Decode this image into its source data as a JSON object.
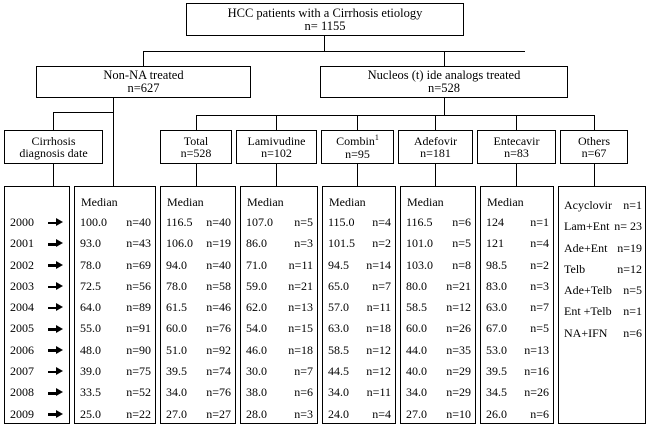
{
  "title_box": {
    "line1": "HCC patients with a Cirrhosis etiology",
    "line2": "n= 1155"
  },
  "level2": {
    "non_na": {
      "line1": "Non-NA treated",
      "line2": "n=627"
    },
    "na": {
      "line1": "Nucleos (t) ide analogs treated",
      "line2": "n=528"
    }
  },
  "headers": {
    "cirrhosis": {
      "line1": "Cirrhosis",
      "line2": "diagnosis date"
    },
    "total": {
      "line1": "Total",
      "line2": "n=528"
    },
    "lamivudine": {
      "line1": "Lamivudine",
      "line2": "n=102"
    },
    "combin": {
      "line1": "Combin",
      "sup": "1",
      "line2": "n=95"
    },
    "adefovir": {
      "line1": "Adefovir",
      "line2": "n=181"
    },
    "entecavir": {
      "line1": "Entecavir",
      "line2": "n=83"
    },
    "others": {
      "line1": "Others",
      "line2": "n=67"
    }
  },
  "median_label": "Median",
  "years": [
    "2000",
    "2001",
    "2002",
    "2003",
    "2004",
    "2005",
    "2006",
    "2007",
    "2008",
    "2009"
  ],
  "chart_data": {
    "type": "table",
    "title": "HCC patients with a Cirrhosis etiology flow chart",
    "row_key": "Cirrhosis diagnosis date (year)",
    "categories": [
      "2000",
      "2001",
      "2002",
      "2003",
      "2004",
      "2005",
      "2006",
      "2007",
      "2008",
      "2009"
    ],
    "columns": [
      "Non-NA treated",
      "Total",
      "Lamivudine",
      "Combin",
      "Adefovir",
      "Entecavir"
    ],
    "series": [
      {
        "name": "Non-NA treated",
        "median": [
          100.0,
          93.0,
          78.0,
          72.5,
          64.0,
          55.0,
          48.0,
          39.0,
          33.5,
          25.0
        ],
        "n": [
          40,
          43,
          69,
          56,
          89,
          91,
          90,
          75,
          52,
          22
        ]
      },
      {
        "name": "Total",
        "median": [
          116.5,
          106.0,
          94.0,
          78.0,
          61.5,
          60.0,
          51.0,
          39.5,
          34.0,
          27.0
        ],
        "n": [
          40,
          19,
          40,
          58,
          46,
          76,
          92,
          74,
          76,
          27
        ]
      },
      {
        "name": "Lamivudine",
        "median": [
          107.0,
          86.0,
          71.0,
          59.0,
          62.0,
          54.0,
          46.0,
          30.0,
          38.0,
          28.0
        ],
        "n": [
          5,
          3,
          11,
          21,
          13,
          15,
          18,
          7,
          6,
          3
        ]
      },
      {
        "name": "Combin",
        "median": [
          115.0,
          101.5,
          94.5,
          65.0,
          57.0,
          63.0,
          58.5,
          44.5,
          34.0,
          24.0
        ],
        "n": [
          4,
          2,
          14,
          7,
          11,
          18,
          12,
          12,
          11,
          4
        ]
      },
      {
        "name": "Adefovir",
        "median": [
          116.5,
          101.0,
          103.0,
          80.0,
          58.5,
          60.0,
          44.0,
          40.0,
          34.0,
          27.0
        ],
        "n": [
          6,
          5,
          8,
          21,
          12,
          26,
          35,
          29,
          29,
          10
        ]
      },
      {
        "name": "Entecavir",
        "median": [
          124,
          121,
          98.5,
          83.0,
          63.0,
          67.0,
          53.0,
          39.5,
          34.5,
          26.0
        ],
        "n": [
          1,
          4,
          2,
          3,
          7,
          5,
          13,
          16,
          26,
          6
        ]
      }
    ],
    "others_breakdown": [
      {
        "name": "Acyclovir",
        "n": "n=1"
      },
      {
        "name": "Lam+Ent",
        "n": "n= 23"
      },
      {
        "name": "Ade+Ent",
        "n": "n=19"
      },
      {
        "name": "Telb",
        "n": "n=12"
      },
      {
        "name": "Ade+Telb",
        "n": "n=5"
      },
      {
        "name": "Ent +Telb",
        "n": "n=1"
      },
      {
        "name": "NA+IFN",
        "n": "n=6"
      }
    ]
  },
  "columns": {
    "non_na": {
      "median": [
        "100.0",
        "93.0",
        "78.0",
        "72.5",
        "64.0",
        "55.0",
        "48.0",
        "39.0",
        "33.5",
        "25.0"
      ],
      "n": [
        "n=40",
        "n=43",
        "n=69",
        "n=56",
        "n=89",
        "n=91",
        "n=90",
        "n=75",
        "n=52",
        "n=22"
      ]
    },
    "total": {
      "median": [
        "116.5",
        "106.0",
        "94.0",
        "78.0",
        "61.5",
        "60.0",
        "51.0",
        "39.5",
        "34.0",
        "27.0"
      ],
      "n": [
        "n=40",
        "n=19",
        "n=40",
        "n=58",
        "n=46",
        "n=76",
        "n=92",
        "n=74",
        "n=76",
        "n=27"
      ]
    },
    "lamivudine": {
      "median": [
        "107.0",
        "86.0",
        "71.0",
        "59.0",
        "62.0",
        "54.0",
        "46.0",
        "30.0",
        "38.0",
        "28.0"
      ],
      "n": [
        "n=5",
        "n=3",
        "n=11",
        "n=21",
        "n=13",
        "n=15",
        "n=18",
        "n=7",
        "n=6",
        "n=3"
      ]
    },
    "combin": {
      "median": [
        "115.0",
        "101.5",
        "94.5",
        "65.0",
        "57.0",
        "63.0",
        "58.5",
        "44.5",
        "34.0",
        "24.0"
      ],
      "n": [
        "n=4",
        "n=2",
        "n=14",
        "n=7",
        "n=11",
        "n=18",
        "n=12",
        "n=12",
        "n=11",
        "n=4"
      ]
    },
    "adefovir": {
      "median": [
        "116.5",
        "101.0",
        "103.0",
        "80.0",
        "58.5",
        "60.0",
        "44.0",
        "40.0",
        "34.0",
        "27.0"
      ],
      "n": [
        "n=6",
        "n=5",
        "n=8",
        "n=21",
        "n=12",
        "n=26",
        "n=35",
        "n=29",
        "n=29",
        "n=10"
      ]
    },
    "entecavir": {
      "median": [
        "124",
        "121",
        "98.5",
        "83.0",
        "63.0",
        "67.0",
        "53.0",
        "39.5",
        "34.5",
        "26.0"
      ],
      "n": [
        "n=1",
        "n=4",
        "n=2",
        "n=3",
        "n=7",
        "n=5",
        "n=13",
        "n=16",
        "n=26",
        "n=6"
      ]
    },
    "others": {
      "names": [
        "Acyclovir",
        "Lam+Ent",
        "Ade+Ent",
        "Telb",
        "Ade+Telb",
        "Ent +Telb",
        "NA+IFN"
      ],
      "n": [
        "n=1",
        "n= 23",
        "n=19",
        "n=12",
        "n=5",
        "n=1",
        "n=6"
      ]
    }
  }
}
